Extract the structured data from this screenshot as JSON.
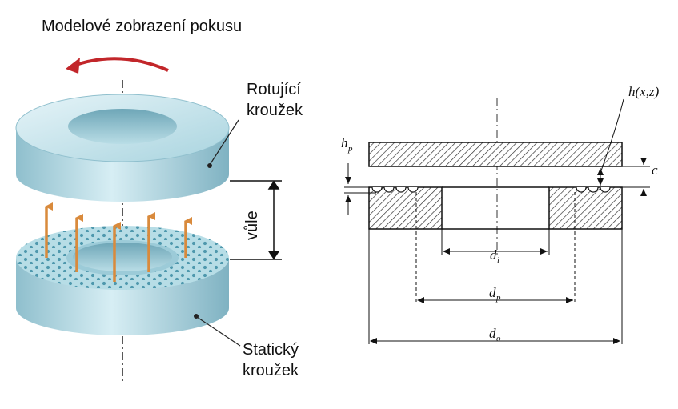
{
  "left_panel": {
    "title": "Modelové zobrazení pokusu",
    "rotating_ring_label_1": "Rotující",
    "rotating_ring_label_2": "kroužek",
    "gap_label": "vůle",
    "static_ring_label_1": "Statický",
    "static_ring_label_2": "kroužek"
  },
  "right_panel": {
    "film_thickness_label": "h(x,z)",
    "pocket_depth_symbol": "h",
    "pocket_depth_sub": "p",
    "clearance_symbol": "c",
    "dim_inner_symbol": "d",
    "dim_inner_sub": "i",
    "dim_pocket_symbol": "d",
    "dim_pocket_sub": "p",
    "dim_outer_symbol": "d",
    "dim_outer_sub": "o"
  },
  "colors": {
    "ring_face": "#a9d4df",
    "ring_side": "#8fc3d2",
    "arrow_red": "#c2262a",
    "air_arrow": "#d98a3c",
    "hatch": "#333333"
  }
}
